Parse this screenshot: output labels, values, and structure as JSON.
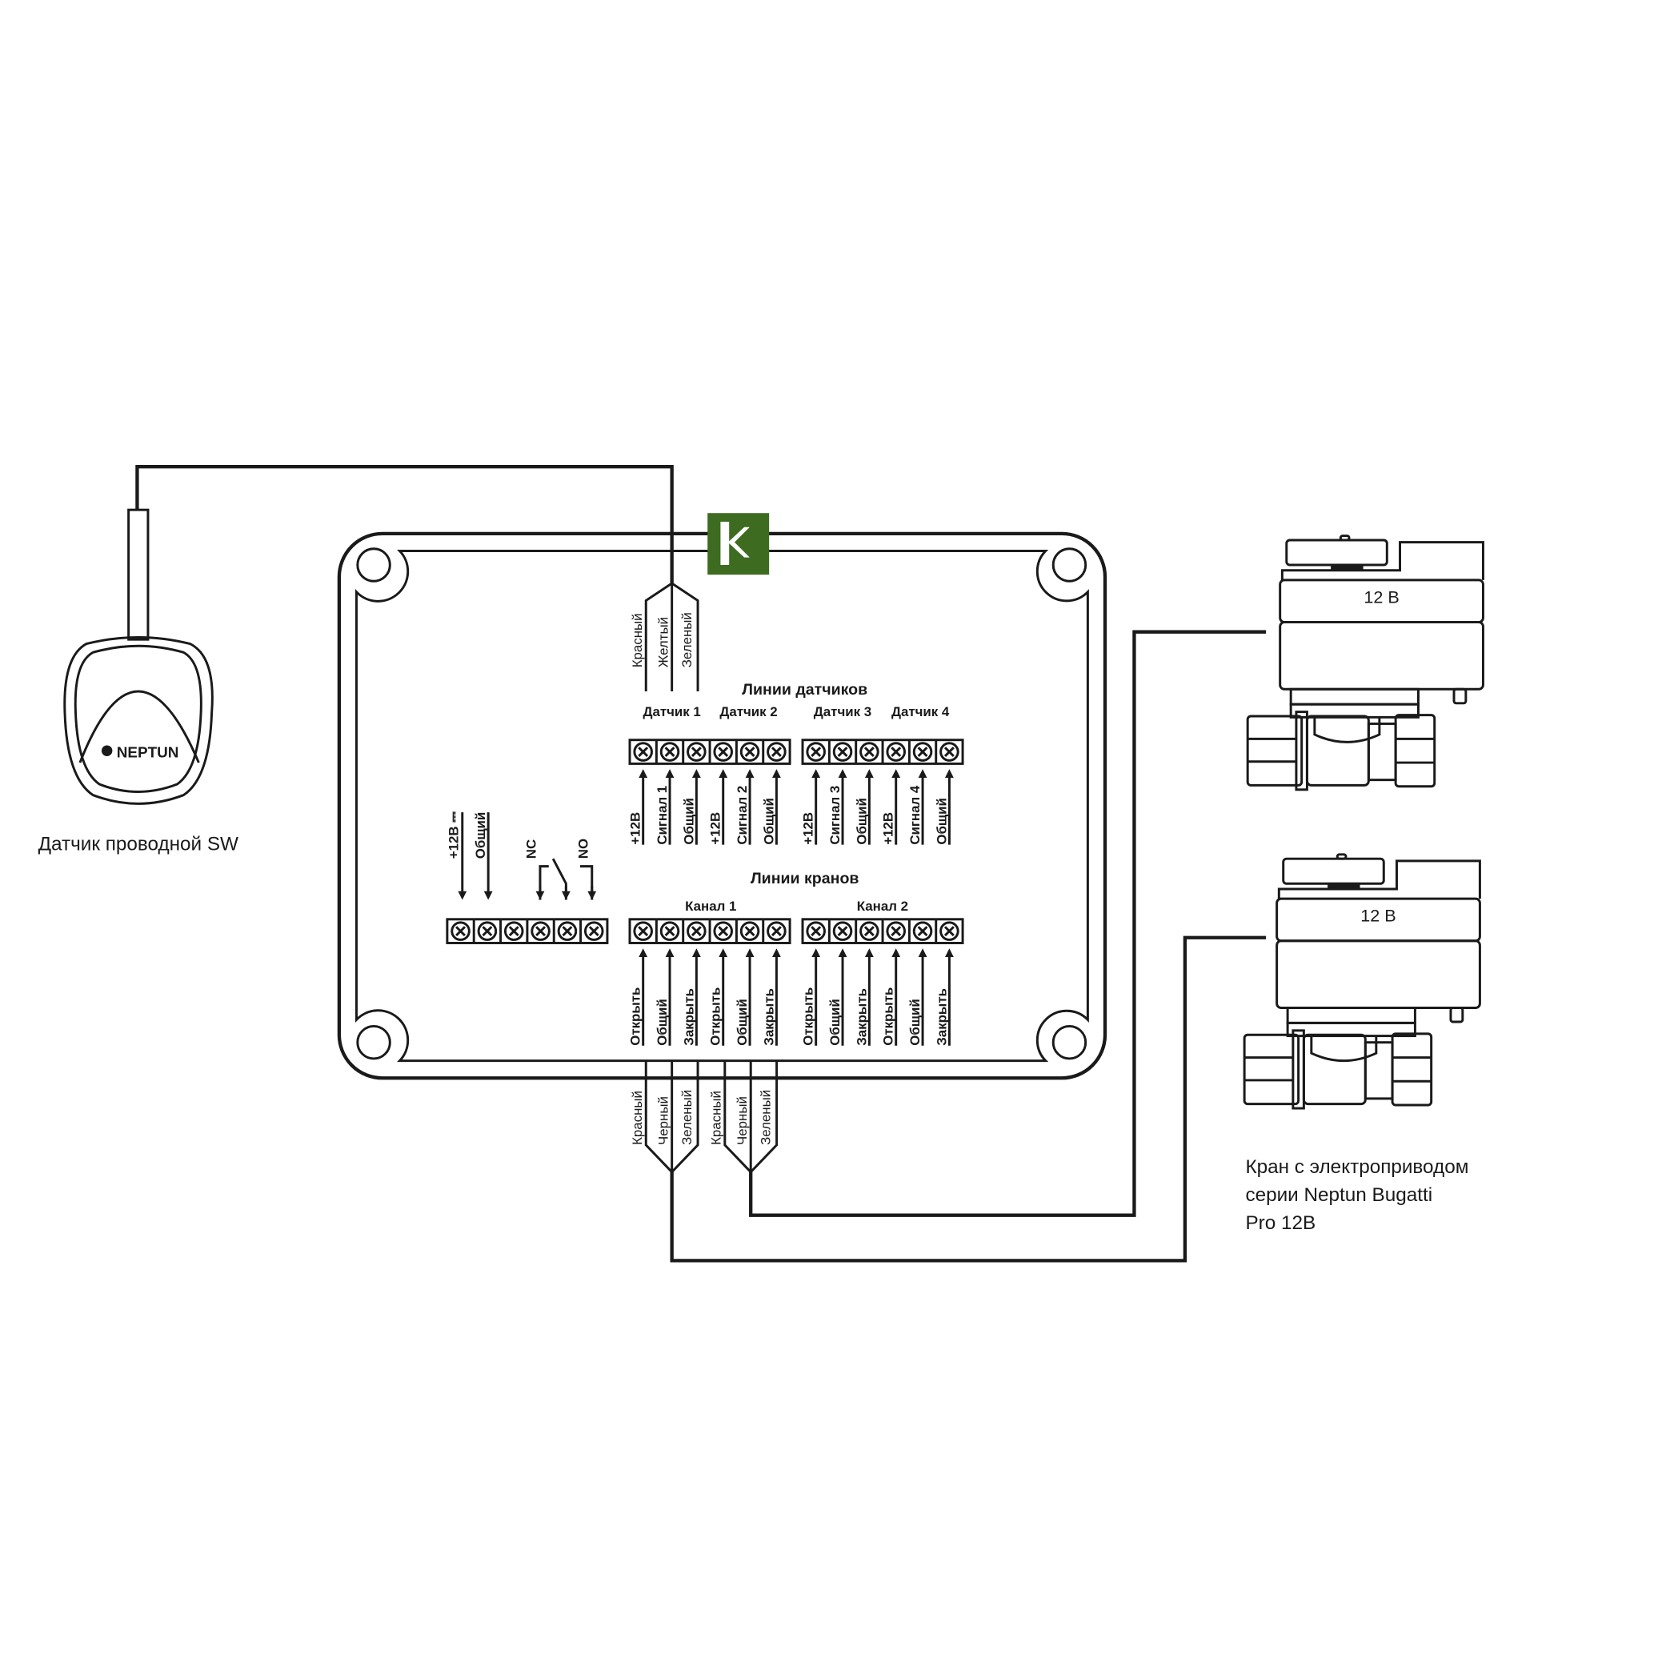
{
  "logo": {
    "letter": "K",
    "color": "#3d6b1f"
  },
  "sensor": {
    "brand": "NEPTUN",
    "caption": "Датчик проводной SW"
  },
  "sensor_wires": [
    "Красный",
    "Желтый",
    "Зеленый"
  ],
  "sensor_lines": {
    "title": "Линии датчиков",
    "groups": [
      "Датчик 1",
      "Датчик 2",
      "Датчик 3",
      "Датчик 4"
    ],
    "terminals": [
      "+12В",
      "Сигнал 1",
      "Общий",
      "+12В",
      "Сигнал 2",
      "Общий",
      "+12В",
      "Сигнал 3",
      "Общий",
      "+12В",
      "Сигнал 4",
      "Общий"
    ]
  },
  "power_relay": {
    "labels": [
      "+12В ⎓",
      "Общий",
      "NC",
      "NO"
    ]
  },
  "valve_lines": {
    "title": "Линии кранов",
    "channels": [
      "Канал 1",
      "Канал 2"
    ],
    "terminals": [
      "Открыть",
      "Общий",
      "Закрыть",
      "Открыть",
      "Общий",
      "Закрыть",
      "Открыть",
      "Общий",
      "Закрыть",
      "Открыть",
      "Общий",
      "Закрыть"
    ]
  },
  "valve_wires": [
    "Красный",
    "Черный",
    "Зеленый",
    "Красный",
    "Черный",
    "Зеленый"
  ],
  "valves": [
    {
      "voltage": "12 В"
    },
    {
      "voltage": "12 В"
    }
  ],
  "valve_caption": [
    "Кран с электроприводом",
    "серии Neptun Bugatti",
    "Pro 12В"
  ]
}
